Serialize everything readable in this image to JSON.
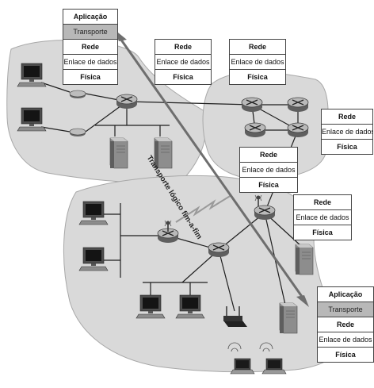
{
  "layers": {
    "aplicacao": "Aplicação",
    "transporte": "Transporte",
    "rede": "Rede",
    "enlace": "Enlace de dados",
    "fisica": "Física"
  },
  "transport_label": "Transporte lógico fim-a-fim",
  "colors": {
    "cloud": "#d9d9d9",
    "cloud_border": "#a8a8a8",
    "arrow": "#6e6e6e",
    "transport_band": "#b8b8b8"
  }
}
